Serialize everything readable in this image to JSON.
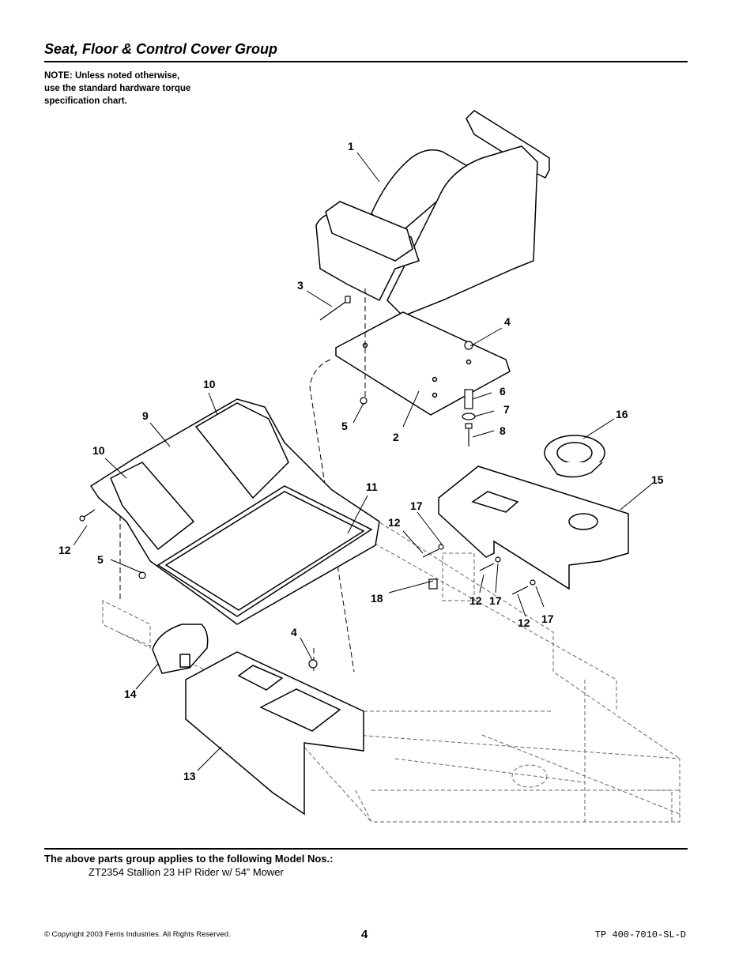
{
  "header": {
    "title": "Seat, Floor & Control Cover Group"
  },
  "note": {
    "lines": [
      "NOTE: Unless noted otherwise,",
      "use the standard hardware torque",
      "specification chart."
    ]
  },
  "diagram": {
    "callouts": [
      "1",
      "3",
      "4",
      "2",
      "5",
      "6",
      "7",
      "8",
      "16",
      "10",
      "9",
      "10",
      "15",
      "11",
      "17",
      "12",
      "12",
      "5",
      "18",
      "12",
      "17",
      "12",
      "17",
      "4",
      "14",
      "13"
    ]
  },
  "applies": {
    "heading": "The above parts group applies to the following Model Nos.:",
    "model": "ZT2354  Stallion 23 HP Rider w/ 54” Mower"
  },
  "footer": {
    "copyright": "© Copyright 2003 Ferris Industries. All Rights Reserved.",
    "page_number": "4",
    "doc_number": "TP 400-7010-SL-D"
  }
}
